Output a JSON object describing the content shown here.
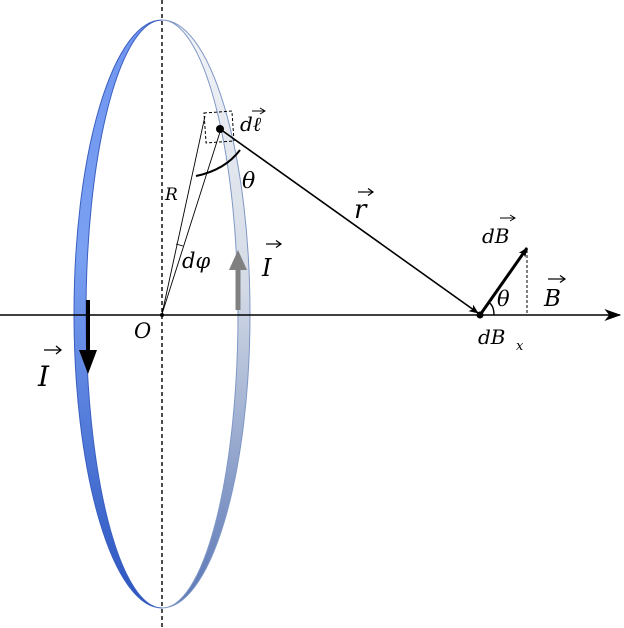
{
  "labels": {
    "origin": "O",
    "radius": "R",
    "d_phi": "dφ",
    "d_ell": "dℓ",
    "r_vec": "r",
    "theta_top": "θ",
    "theta_bottom": "θ",
    "current_front": "I",
    "current_back": "I",
    "dB": "dB",
    "B": "B",
    "dBx_main": "dB",
    "dBx_sub": "x"
  },
  "colors": {
    "ring_front_top": "#6f95f0",
    "ring_front_bottom": "#2b55c0",
    "ring_back_top": "#eaeef3",
    "ring_back_bottom": "#5f7ab8",
    "current_arrow_back": "#808080",
    "ink": "#000000"
  }
}
